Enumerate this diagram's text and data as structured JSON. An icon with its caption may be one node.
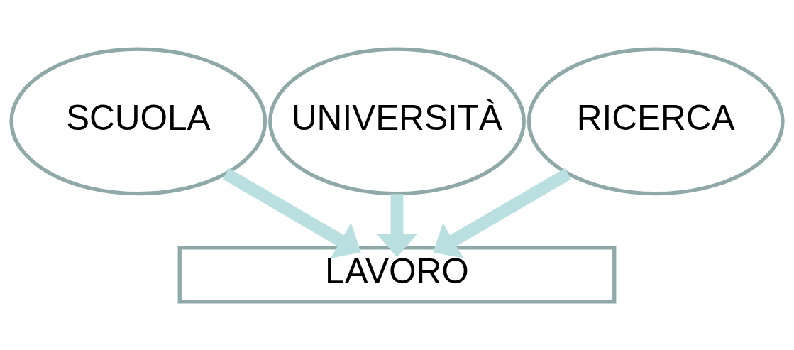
{
  "diagram": {
    "nodes": [
      {
        "text": [
          "SCUOLA"
        ]
      },
      {
        "text": [
          "UNIVERSITÀ"
        ]
      },
      {
        "text": [
          "RICERCA"
        ]
      },
      {
        "text": [
          "LAVORO"
        ]
      }
    ],
    "edges": [
      {
        "from": 0,
        "to": 3,
        "arrow": "to"
      },
      {
        "from": 1,
        "to": 3,
        "arrow": "to"
      },
      {
        "from": 2,
        "to": 3,
        "arrow": "to"
      }
    ]
  }
}
